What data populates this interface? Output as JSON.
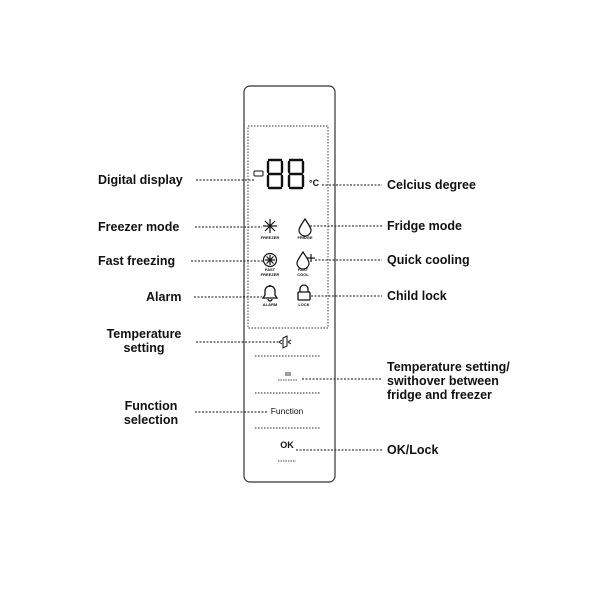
{
  "labels": {
    "digital_display": "Digital display",
    "celsius_degree": "Celcius degree",
    "freezer_mode": "Freezer mode",
    "fridge_mode": "Fridge mode",
    "fast_freezing": "Fast freezing",
    "quick_cooling": "Quick cooling",
    "alarm": "Alarm",
    "child_lock": "Child lock",
    "temperature_setting_line1": "Temperature",
    "temperature_setting_line2": "setting",
    "temp_switch_line1": "Temperature setting/",
    "temp_switch_line2": "swithover between",
    "temp_switch_line3": "fridge and freezer",
    "function_selection_line1": "Function",
    "function_selection_line2": "selection",
    "ok_lock": "OK/Lock"
  },
  "panel": {
    "digits": "88",
    "degree_unit": "°C",
    "icon_captions": {
      "freezer": "FREEZER",
      "fridge": "FRIDGE",
      "fast_freezer_1": "FAST",
      "fast_freezer_2": "FREEZER",
      "fast_cool_1": "FAST",
      "fast_cool_2": "COOL",
      "alarm": "ALARM",
      "lock": "LOCK"
    },
    "function_button": "Function",
    "ok_button": "OK"
  },
  "colors": {
    "ink": "#111111",
    "panel_outline": "#333333",
    "background": "#ffffff"
  }
}
